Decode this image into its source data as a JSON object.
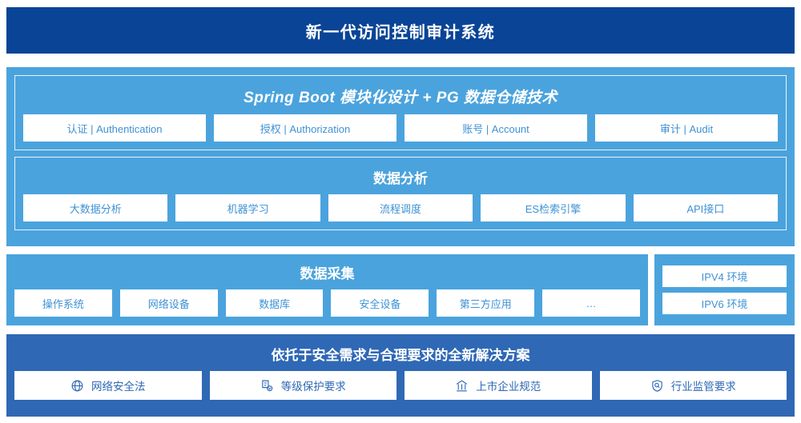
{
  "colors": {
    "header_bg": "#0a4496",
    "platform_bg": "#4ba3dd",
    "compliance_bg": "#2f68b5",
    "chip_bg": "#ffffff",
    "chip_text": "#3e92d4",
    "compliance_chip_text": "#2f68b5"
  },
  "header": {
    "title": "新一代访问控制审计系统"
  },
  "platform": {
    "tech_panel": {
      "title": "Spring Boot 模块化设计 + PG 数据仓储技术",
      "chips": [
        {
          "label": "认证 | Authentication"
        },
        {
          "label": "授权 | Authorization"
        },
        {
          "label": "账号 | Account"
        },
        {
          "label": "审计 | Audit"
        }
      ]
    },
    "analysis_panel": {
      "title": "数据分析",
      "chips": [
        {
          "label": "大数据分析"
        },
        {
          "label": "机器学习"
        },
        {
          "label": "流程调度"
        },
        {
          "label": "ES检索引擎"
        },
        {
          "label": "API接口"
        }
      ]
    }
  },
  "collection": {
    "title": "数据采集",
    "chips": [
      {
        "label": "操作系统"
      },
      {
        "label": "网络设备"
      },
      {
        "label": "数据库"
      },
      {
        "label": "安全设备"
      },
      {
        "label": "第三方应用"
      },
      {
        "label": "…"
      }
    ]
  },
  "ip_environment": {
    "chips": [
      {
        "label": "IPV4 环境"
      },
      {
        "label": "IPV6 环境"
      }
    ]
  },
  "compliance": {
    "title": "依托于安全需求与合理要求的全新解决方案",
    "chips": [
      {
        "label": "网络安全法",
        "icon": "globe-icon"
      },
      {
        "label": "等级保护要求",
        "icon": "document-check-icon"
      },
      {
        "label": "上市企业规范",
        "icon": "bank-building-icon"
      },
      {
        "label": "行业监管要求",
        "icon": "shield-search-icon"
      }
    ]
  }
}
